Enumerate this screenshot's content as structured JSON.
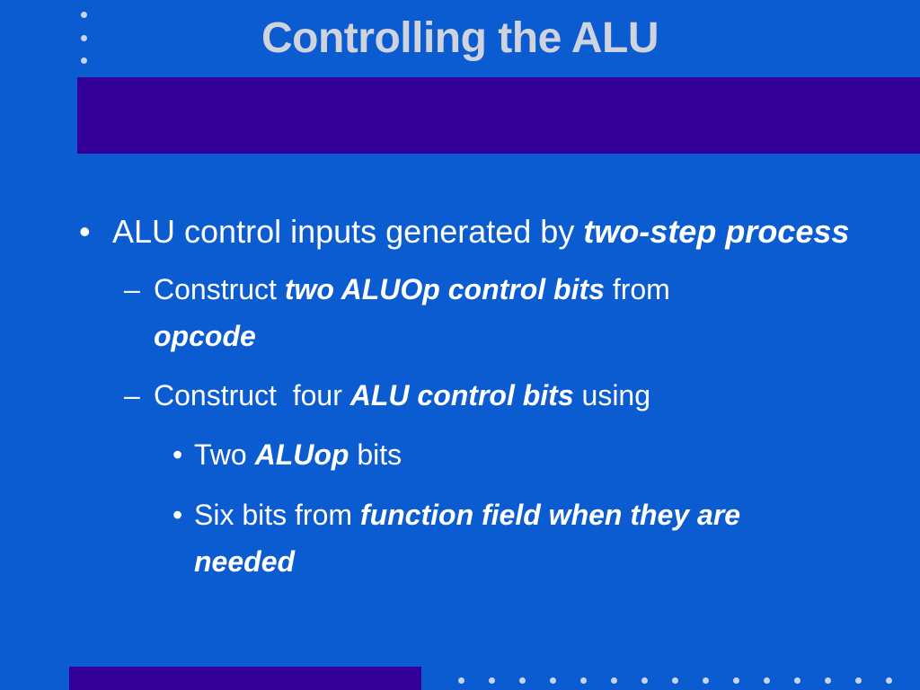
{
  "slide": {
    "title": "Controlling the ALU",
    "colors": {
      "background": "#0b5bd1",
      "band": "#330099",
      "title_text": "#cfd3de",
      "body_text": "#ffffff",
      "dots": "#c9d3e6"
    },
    "bullets": {
      "b1": {
        "marker": "•",
        "text": "ALU control inputs generated by ",
        "emphasis": "two-step process"
      },
      "b2": {
        "marker": "–",
        "text_before": "Construct ",
        "emphasis": "two ALUOp control bits",
        "text_after": " from",
        "continuation": "opcode"
      },
      "b3": {
        "marker": "–",
        "text_before": "Construct  four ",
        "emphasis": "ALU control bits",
        "text_after": " using"
      },
      "b4": {
        "marker": "•",
        "text_before": "Two ",
        "emphasis": "ALUop",
        "text_after": " bits"
      },
      "b5": {
        "marker": "•",
        "text_before": "Six bits from ",
        "emphasis": "function field when they are",
        "continuation": "needed"
      }
    }
  }
}
